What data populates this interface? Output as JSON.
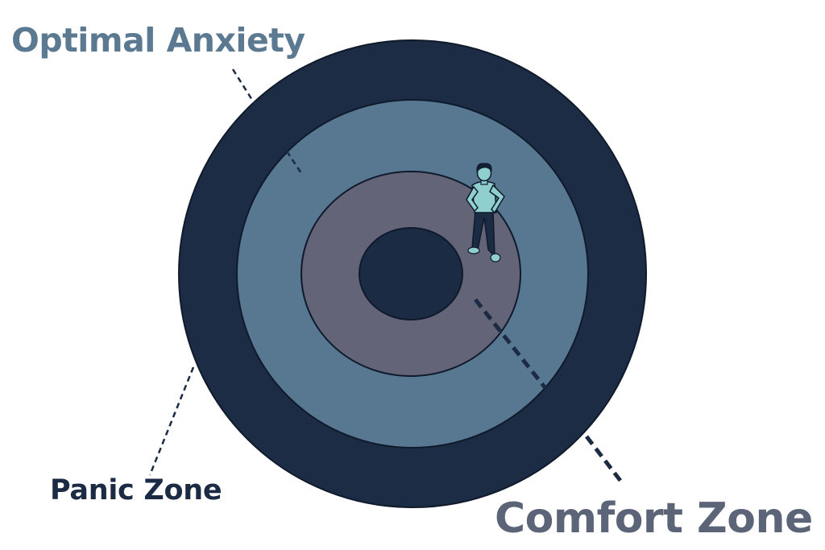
{
  "labels": {
    "optimal_anxiety": "Optimal Anxiety",
    "panic_zone": "Panic Zone",
    "comfort_zone": "Comfort Zone"
  },
  "colors": {
    "outer_ring": "#1c2c45",
    "middle_ring": "#587892",
    "inner_ring": "#646478",
    "center_core": "#1c2b44",
    "outline": "#0f1a2b",
    "label_optimal": "#5b7a92",
    "label_panic": "#1c2b44",
    "label_comfort": "#5c6478",
    "person_shirt": "#8fcfcd",
    "person_pants": "#1c2b44",
    "person_hair": "#142033"
  },
  "icons": {
    "person": "standing-person-icon"
  }
}
